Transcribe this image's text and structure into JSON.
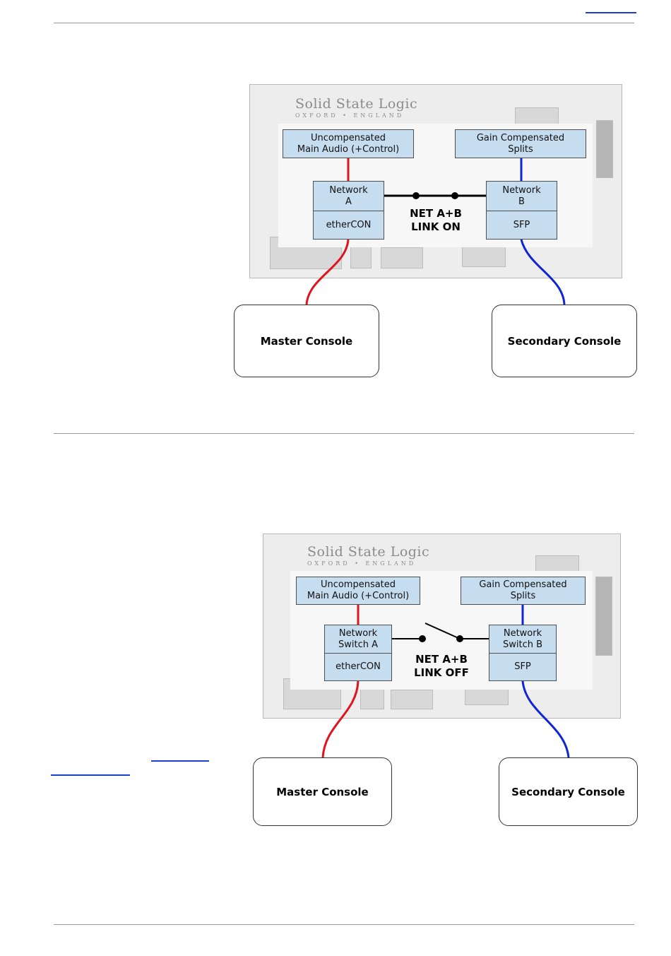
{
  "diagram1": {
    "brand": {
      "name": "Solid State Logic",
      "sub": "OXFORD • ENGLAND"
    },
    "box_main_audio": "Uncompensated\nMain Audio (+Control)",
    "box_gain_splits": "Gain Compensated\nSplits",
    "box_network_a": "Network\nA",
    "box_ethercon": "etherCON",
    "box_network_b": "Network\nB",
    "box_sfp": "SFP",
    "link_status": "NET A+B\nLINK ON",
    "console_master": "Master Console",
    "console_secondary": "Secondary Console"
  },
  "diagram2": {
    "brand": {
      "name": "Solid State Logic",
      "sub": "OXFORD • ENGLAND"
    },
    "box_main_audio": "Uncompensated\nMain Audio (+Control)",
    "box_gain_splits": "Gain Compensated\nSplits",
    "box_network_a": "Network\nSwitch A",
    "box_ethercon": "etherCON",
    "box_network_b": "Network\nSwitch B",
    "box_sfp": "SFP",
    "link_status": "NET A+B\nLINK OFF",
    "console_master": "Master Console",
    "console_secondary": "Secondary Console"
  },
  "colors": {
    "network_a_wire": "#e0141e",
    "network_b_wire": "#1026d4",
    "box_fill": "#c6dcef"
  }
}
